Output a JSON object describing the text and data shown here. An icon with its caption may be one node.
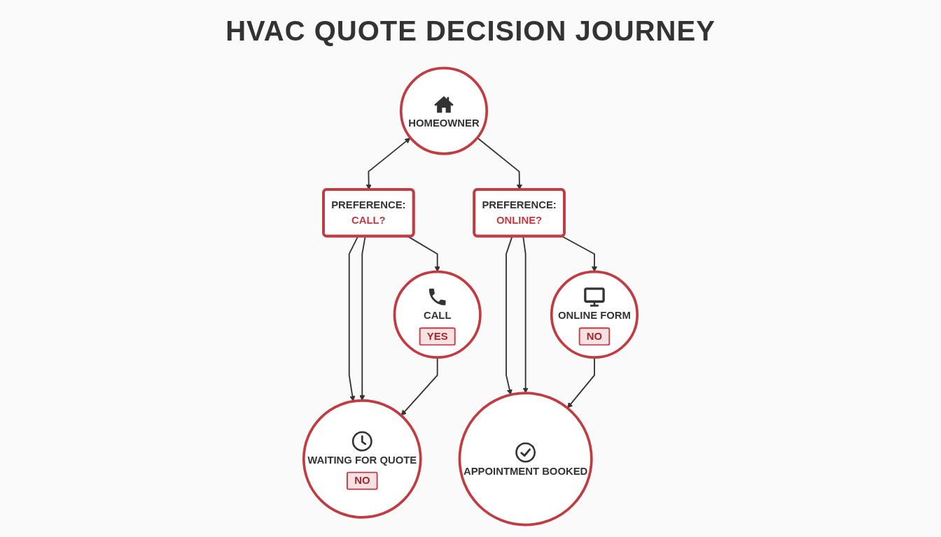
{
  "diagram": {
    "title": "HVAC QUOTE DECISION JOURNEY",
    "nodes": [
      {
        "text": [
          "HOMEOWNER"
        ]
      },
      {
        "text": [
          "PREFERENCE:",
          "CALL?"
        ]
      },
      {
        "text": [
          "PREFERENCE:",
          "ONLINE?"
        ]
      },
      {
        "text": [
          "CALL",
          "YES"
        ]
      },
      {
        "text": [
          "WAITING FOR QUOTE",
          "NO"
        ]
      },
      {
        "text": [
          "ONLINE FORM",
          "NO"
        ]
      },
      {
        "text": [
          "APPOINTMENT BOOKED"
        ]
      }
    ],
    "edges": [
      {
        "from": 0,
        "to": 1,
        "arrow": "both"
      },
      {
        "from": 0,
        "to": 2,
        "arrow": "to"
      },
      {
        "from": 1,
        "to": 3,
        "arrow": "to"
      },
      {
        "from": 1,
        "to": 4,
        "arrow": "to"
      },
      {
        "from": 1,
        "to": 4,
        "arrow": "to"
      },
      {
        "from": 3,
        "to": 4,
        "arrow": "to"
      },
      {
        "from": 2,
        "to": 5,
        "arrow": "to"
      },
      {
        "from": 2,
        "to": 6,
        "arrow": "to"
      },
      {
        "from": 2,
        "to": 6,
        "arrow": "to"
      },
      {
        "from": 5,
        "to": 6,
        "arrow": "to"
      }
    ]
  }
}
